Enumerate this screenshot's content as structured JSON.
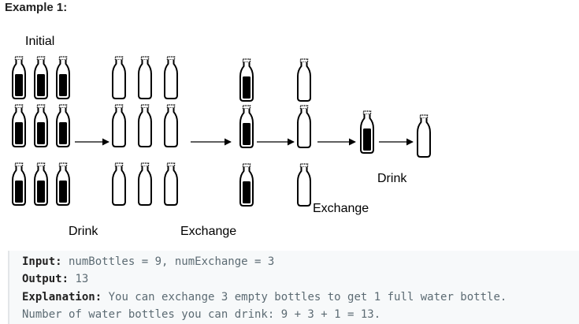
{
  "title": "Example 1:",
  "diagram": {
    "label_initial": "Initial",
    "label_drink_1": "Drink",
    "label_exchange_1": "Exchange",
    "label_exchange_2": "Exchange",
    "label_drink_2": "Drink"
  },
  "code": {
    "input_key": "Input:",
    "input_value": " numBottles = 9, numExchange = 3",
    "output_key": "Output:",
    "output_value": " 13",
    "explanation_key": "Explanation:",
    "explanation_value": " You can exchange 3 empty bottles to get 1 full water bottle.",
    "explanation_line2": "Number of water bottles you can drink: 9 + 3 + 1 = 13."
  }
}
